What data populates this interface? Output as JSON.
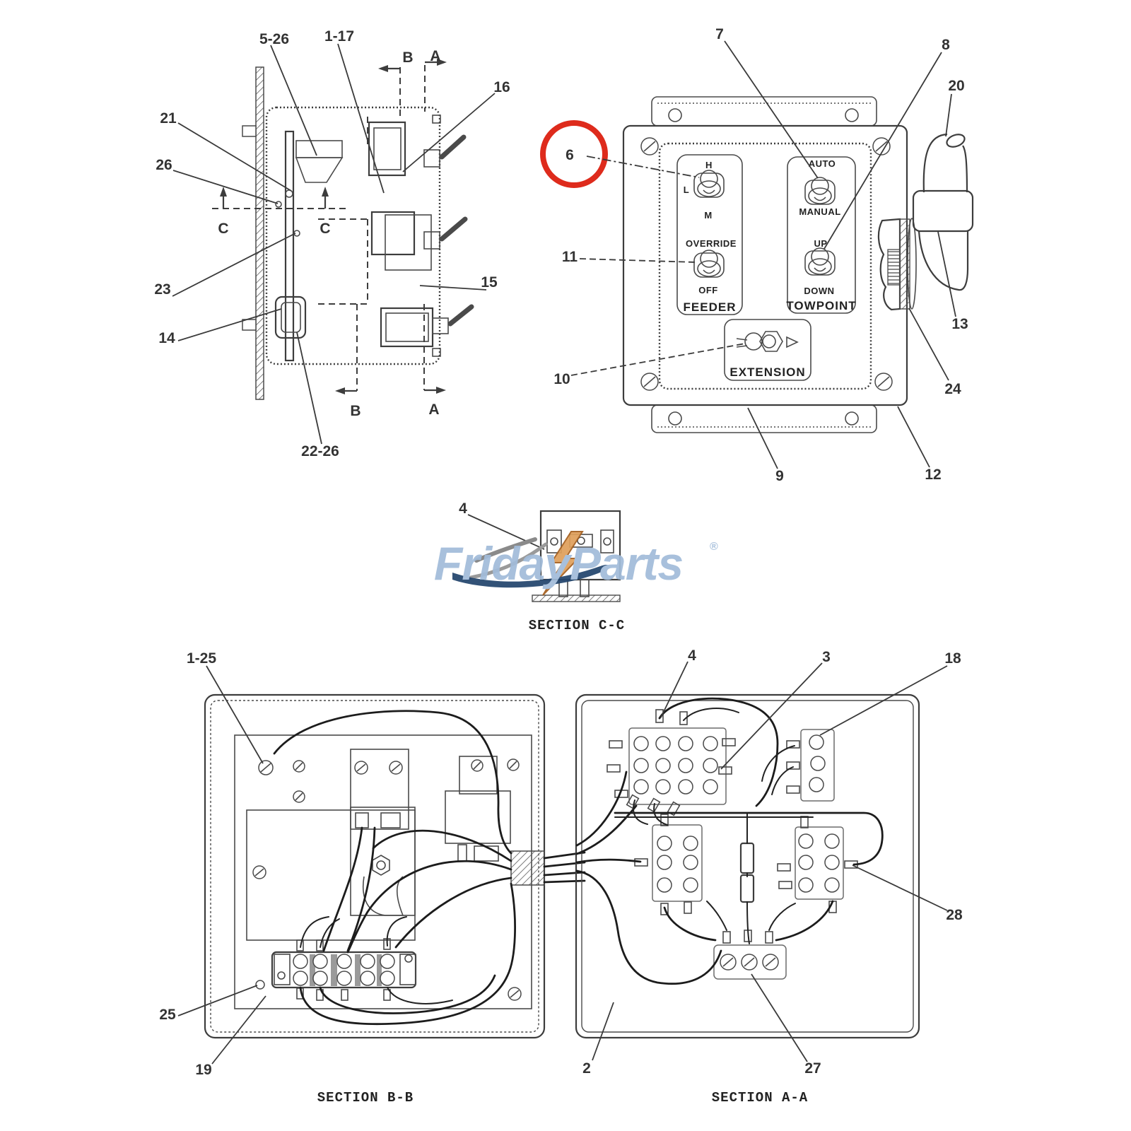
{
  "watermark": {
    "brand": "FridayParts",
    "registered": "®",
    "color": "#a2bcda",
    "bolt_color": "#dfa05c",
    "swoosh_color": "#23456d"
  },
  "highlight": {
    "circled_callout": "6",
    "color": "#de2b1c"
  },
  "side_view": {
    "callouts": {
      "c5_26": "5-26",
      "c1_17": "1-17",
      "b_top": "B",
      "a_top": "A",
      "c16": "16",
      "c21": "21",
      "c26": "26",
      "c_left": "C",
      "c_right": "C",
      "c23": "23",
      "c15": "15",
      "c14": "14",
      "b_bottom": "B",
      "a_bottom": "A",
      "c22_26": "22-26"
    }
  },
  "control_panel": {
    "switch_labels": {
      "h": "H",
      "l": "L",
      "m": "M",
      "auto": "AUTO",
      "manual": "MANUAL",
      "override": "OVERRIDE",
      "off": "OFF",
      "up": "UP",
      "down": "DOWN"
    },
    "group_labels": {
      "feeder": "FEEDER",
      "towpoint": "TOWPOINT",
      "extension": "EXTENSION"
    },
    "callouts": {
      "c6": "6",
      "c7": "7",
      "c8": "8",
      "c9": "9",
      "c10": "10",
      "c11": "11",
      "c12": "12",
      "c13": "13",
      "c20": "20",
      "c24": "24"
    }
  },
  "section_cc": {
    "title": "SECTION C-C",
    "callouts": {
      "c4": "4"
    }
  },
  "section_bb": {
    "title": "SECTION B-B",
    "callouts": {
      "c1_25": "1-25",
      "c25": "25",
      "c19": "19"
    }
  },
  "section_aa": {
    "title": "SECTION A-A",
    "callouts": {
      "c2": "2",
      "c3": "3",
      "c4": "4",
      "c18": "18",
      "c27": "27",
      "c28": "28"
    }
  }
}
